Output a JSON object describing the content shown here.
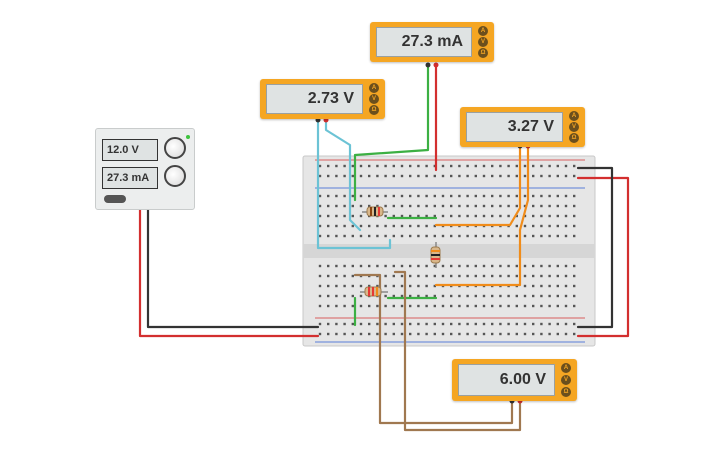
{
  "power_supply": {
    "voltage": "12.0 V",
    "current": "27.3 mA"
  },
  "meters": [
    {
      "id": "ammeter",
      "reading": "27.3 mA"
    },
    {
      "id": "voltmeter-1",
      "reading": "2.73 V"
    },
    {
      "id": "voltmeter-2",
      "reading": "3.27 V"
    },
    {
      "id": "voltmeter-3",
      "reading": "6.00 V"
    }
  ],
  "meter_mode_labels": [
    "A",
    "V",
    "Ω"
  ],
  "colors": {
    "meter_body": "#f5a623",
    "breadboard": "#e8e8e8",
    "wire_red": "#d32f2f",
    "wire_black": "#333333",
    "wire_green": "#3cb043",
    "wire_cyan": "#6cc3d5",
    "wire_orange": "#f08c1a",
    "wire_brown": "#a07850"
  }
}
